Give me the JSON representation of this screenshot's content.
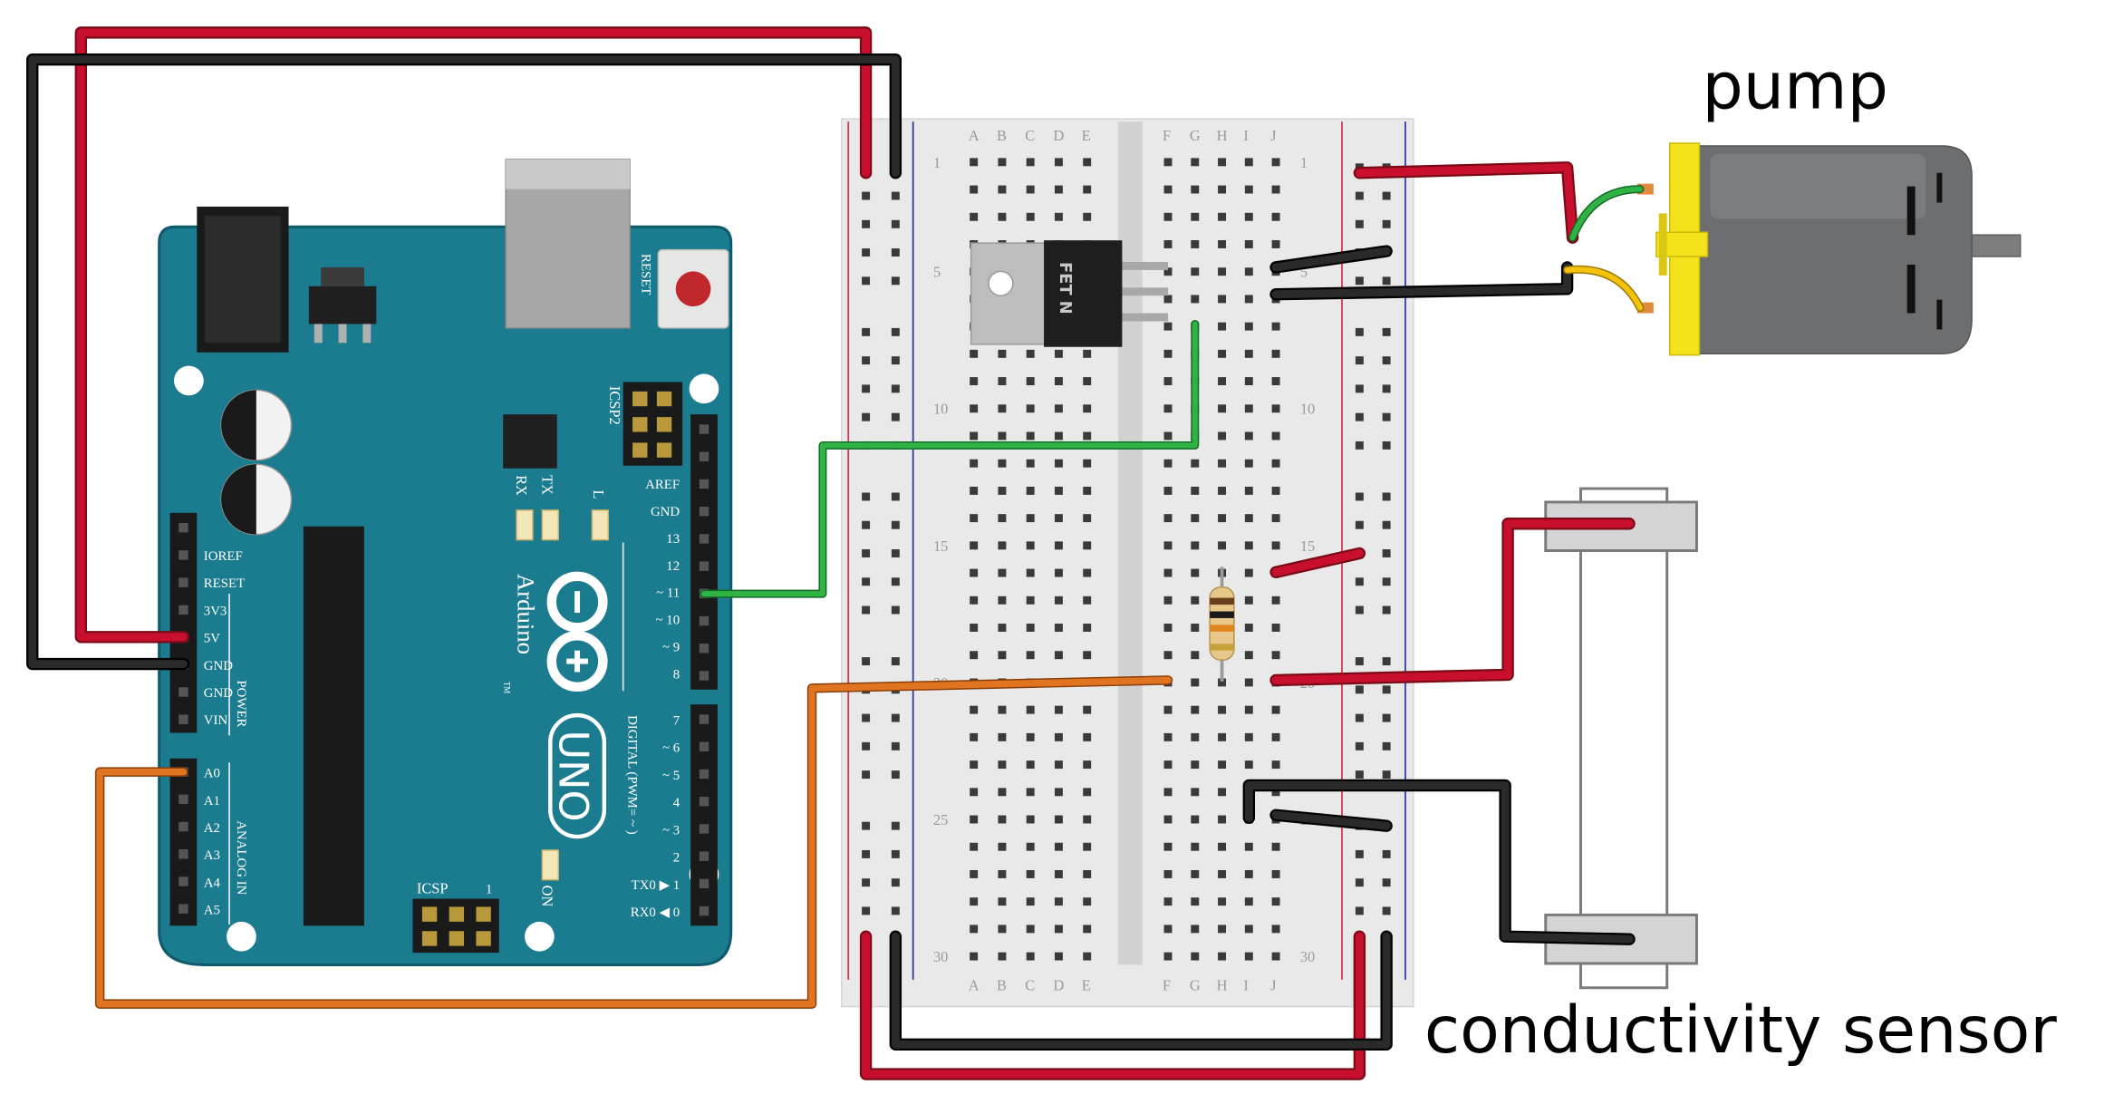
{
  "labels": {
    "pump": "pump",
    "sensor": "conductivity sensor"
  },
  "arduino": {
    "brand": "Arduino",
    "model": "UNO",
    "reset": "RESET",
    "icsp": "ICSP",
    "icsp2": "ICSP2",
    "icsp_pin1": "1",
    "tm": "TM",
    "on": "ON",
    "rx": "RX",
    "tx": "TX",
    "l": "L",
    "power_group": "POWER",
    "analog_group": "ANALOG IN",
    "digital_group": "DIGITAL (PWM= ~ )",
    "power_pins": [
      "IOREF",
      "RESET",
      "3V3",
      "5V",
      "GND",
      "GND",
      "VIN"
    ],
    "analog_pins": [
      "A0",
      "A1",
      "A2",
      "A3",
      "A4",
      "A5"
    ],
    "digital_upper": [
      "AREF",
      "GND",
      "13",
      "12",
      "~ 11",
      "~ 10",
      "~ 9",
      "8"
    ],
    "digital_lower": [
      "7",
      "~ 6",
      "~ 5",
      "4",
      "~ 3",
      "2",
      "TX0 ▶ 1",
      "RX0 ◀ 0"
    ]
  },
  "breadboard": {
    "columns_left": [
      "A",
      "B",
      "C",
      "D",
      "E"
    ],
    "columns_right": [
      "F",
      "G",
      "H",
      "I",
      "J"
    ],
    "row_numbers": [
      "1",
      "5",
      "10",
      "15",
      "20",
      "25",
      "30"
    ]
  },
  "transistor": {
    "marking": "FET N"
  },
  "colors": {
    "board": "#1b7b8f",
    "board_dark": "#0f5a6a",
    "wire_red": "#c8102e",
    "wire_black": "#231f20",
    "wire_green": "#2fb345",
    "wire_orange": "#e07420",
    "wire_yellow": "#f4c20d",
    "motor_body": "#6d6e70",
    "motor_cap": "#f4e21a",
    "breadboard": "#e8e8e8"
  }
}
